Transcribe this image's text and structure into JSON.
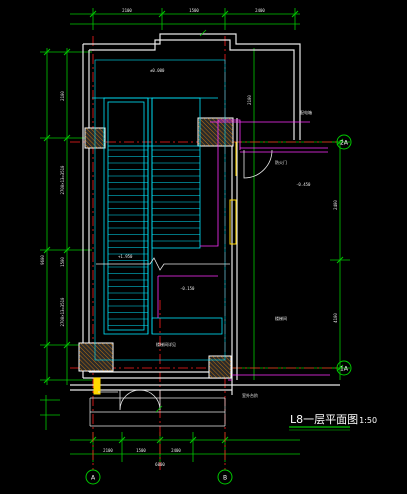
{
  "drawing": {
    "title": "L8一层平面图",
    "scale": "1:50"
  },
  "grid": {
    "axis_top_right": "2A",
    "axis_bottom_right": "1A",
    "axis_bottom_left": "A",
    "axis_bottom_mid": "B"
  },
  "dims": {
    "top_left": "2100",
    "top_mid": "1500",
    "top_right": "2400",
    "left_outer": "9600",
    "left_inner_a": "2100",
    "left_inner_b": "2700×13=3510",
    "left_inner_c": "1500",
    "left_inner_d": "2700×13=3510",
    "right_a": "2400",
    "right_b": "2100",
    "right_c": "4100",
    "bottom_a": "2100",
    "bottom_b": "1500",
    "bottom_c": "2400",
    "bottom_total": "6000"
  },
  "notes": {
    "elev_1": "±0.000",
    "elev_2": "-0.450",
    "elev_3": "+1.950",
    "elev_4": "-0.150",
    "room_label": "楼梯间",
    "door_label": "防火门",
    "corner_note": "配电箱",
    "bottom_note": "室外台阶",
    "side_note": "楼梯间详见"
  }
}
